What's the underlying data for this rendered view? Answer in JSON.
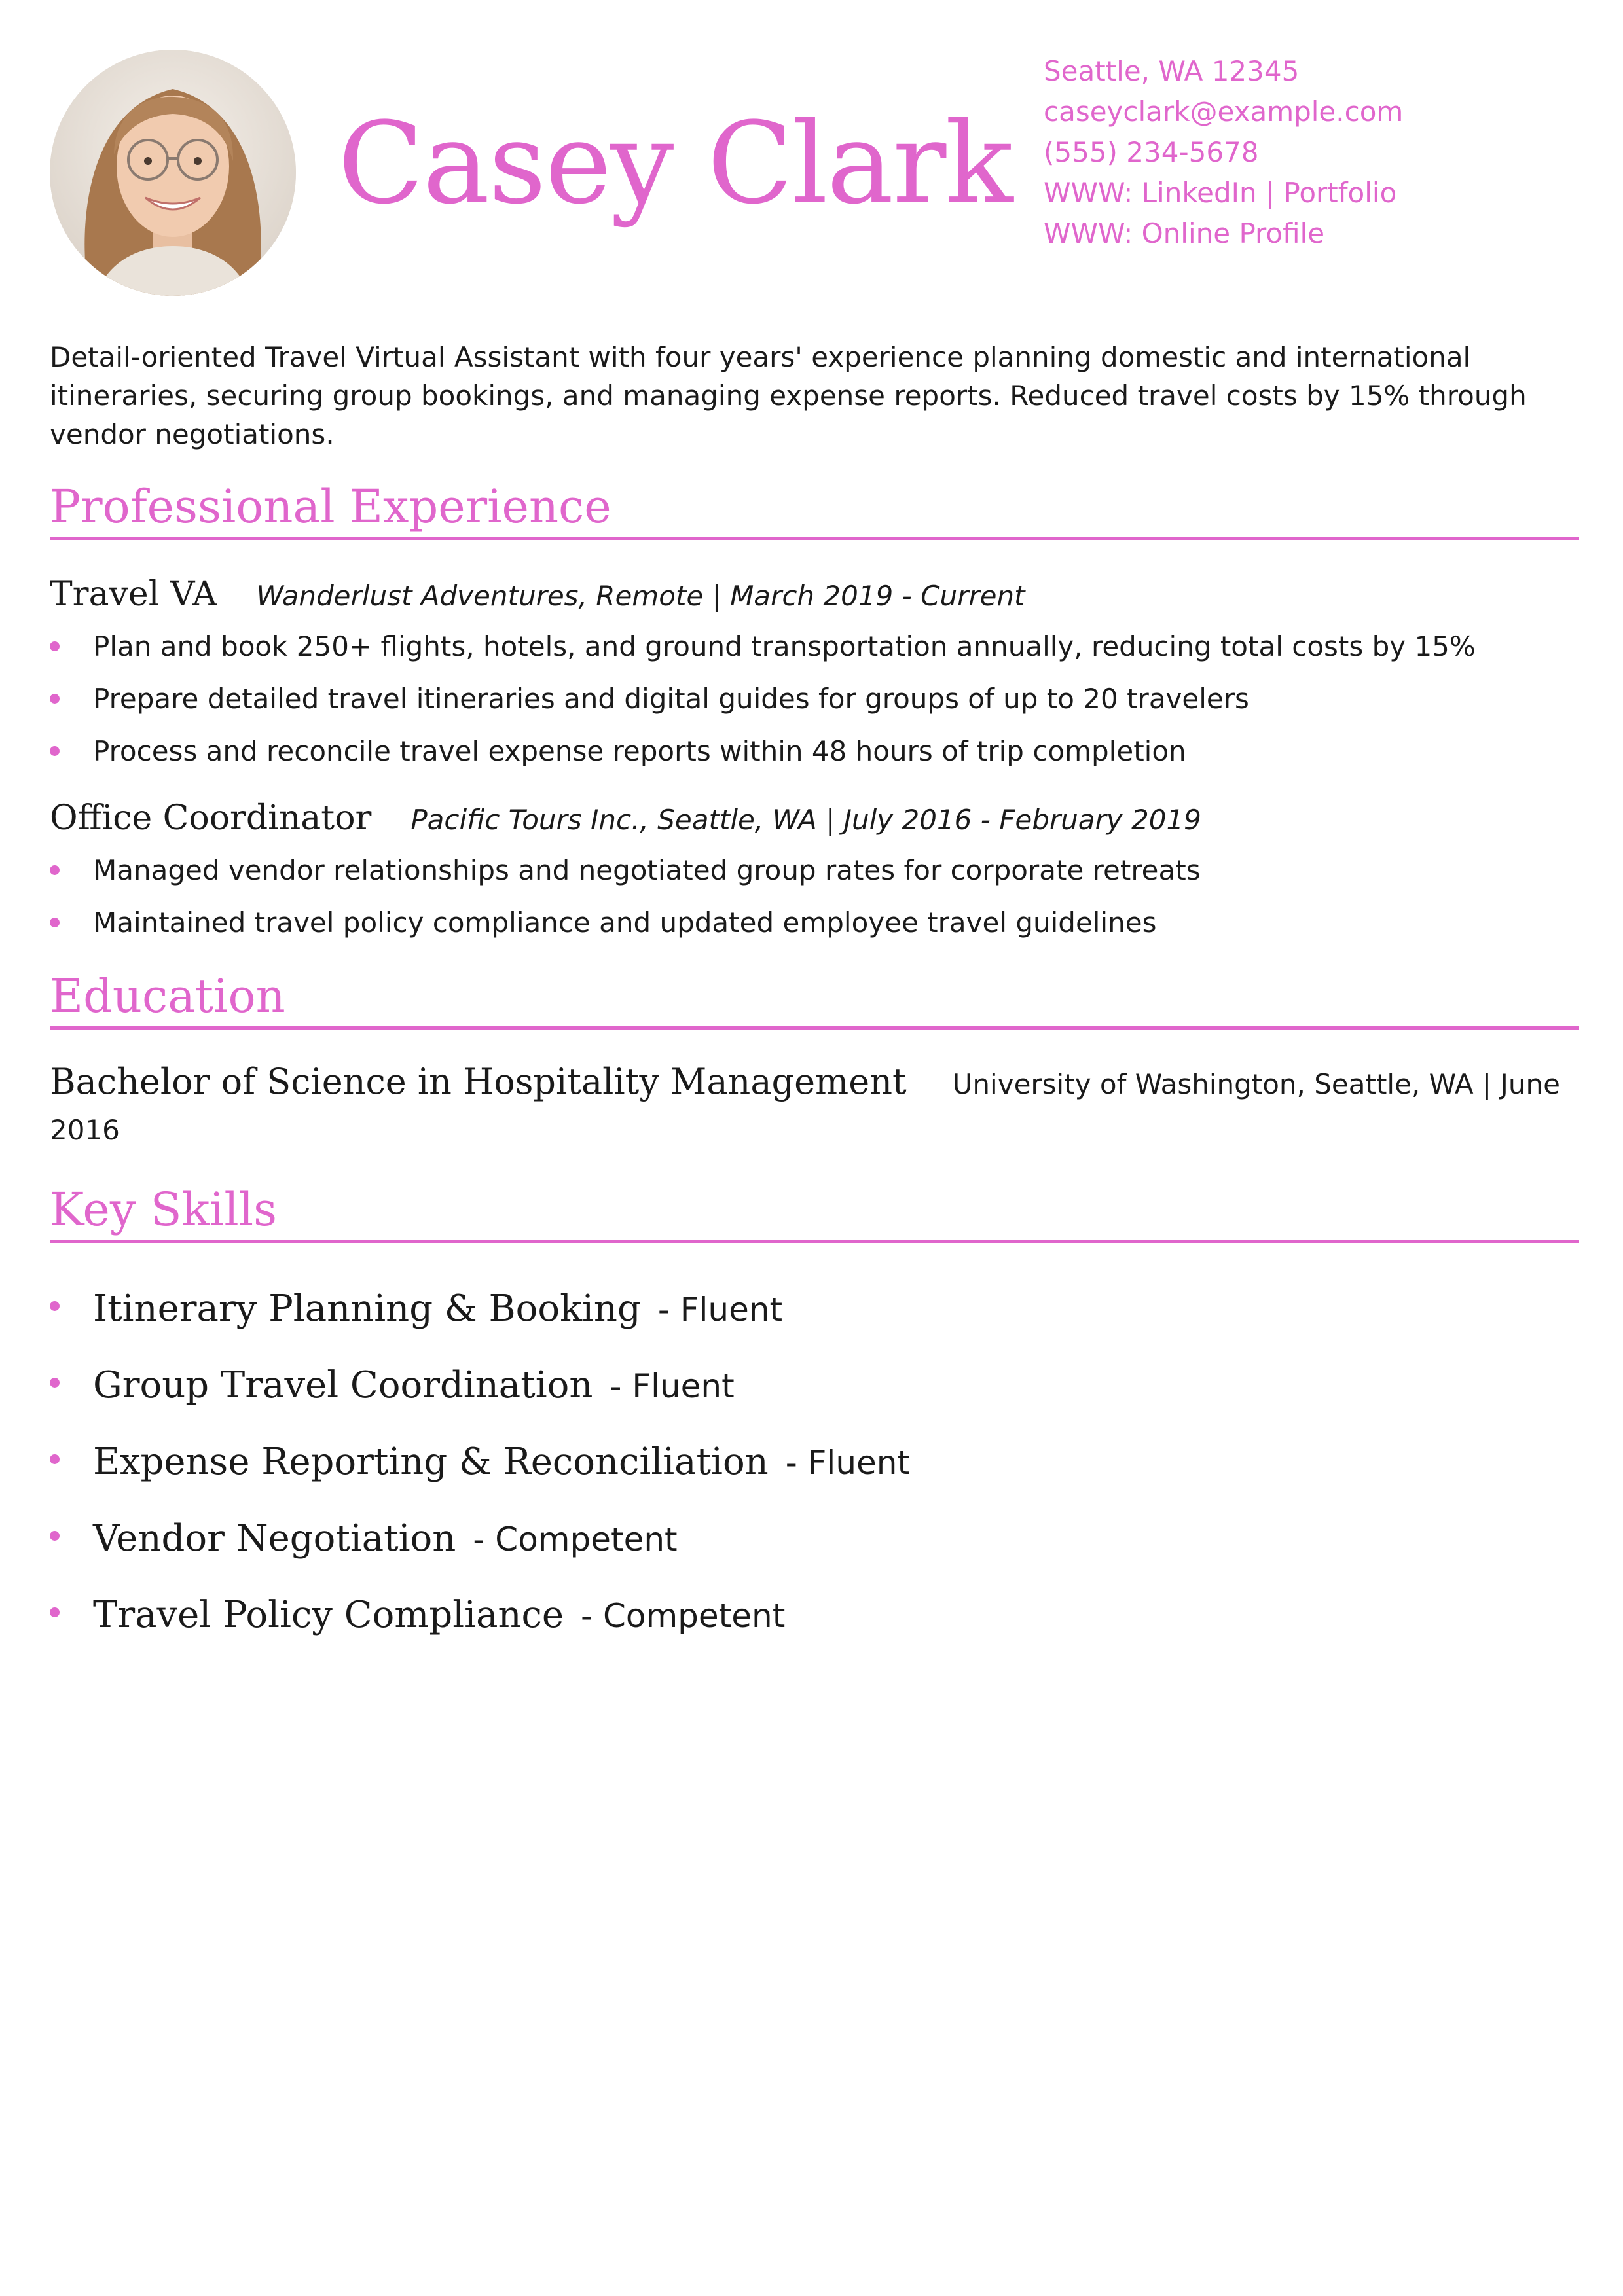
{
  "header": {
    "name": "Casey Clark",
    "contact": [
      "Seattle, WA 12345",
      "caseyclark@example.com",
      "(555) 234-5678",
      "WWW: LinkedIn | Portfolio",
      "WWW: Online Profile"
    ]
  },
  "summary": "Detail-oriented Travel Virtual Assistant with four years' experience planning domestic and international itineraries, securing group bookings, and managing expense reports. Reduced travel costs by 15% through vendor negotiations.",
  "experience": {
    "title": "Professional Experience",
    "jobs": [
      {
        "title": "Travel VA",
        "company": "Wanderlust Adventures",
        "details": ", Remote | March 2019 - Current",
        "bullets": [
          "Plan and book 250+ flights, hotels, and ground transportation annually, reducing total costs by 15%",
          "Prepare detailed travel itineraries and digital guides for groups of up to 20 travelers",
          "Process and reconcile travel expense reports within 48 hours of trip completion"
        ]
      },
      {
        "title": "Office Coordinator",
        "company": "Pacific Tours Inc.",
        "details": ", Seattle, WA | July 2016 - February 2019",
        "bullets": [
          "Managed vendor relationships and negotiated group rates for corporate retreats",
          "Maintained travel policy compliance and updated employee travel guidelines"
        ]
      }
    ]
  },
  "education": {
    "title": "Education",
    "degree": "Bachelor of Science in Hospitality Management",
    "details": "University of Washington, Seattle, WA | June 2016"
  },
  "skills": {
    "title": "Key Skills",
    "items": [
      {
        "name": "Itinerary Planning & Booking",
        "level": "- Fluent"
      },
      {
        "name": "Group Travel Coordination",
        "level": "- Fluent"
      },
      {
        "name": "Expense Reporting & Reconciliation",
        "level": "- Fluent"
      },
      {
        "name": "Vendor Negotiation",
        "level": "- Competent"
      },
      {
        "name": "Travel Policy Compliance",
        "level": "- Competent"
      }
    ]
  },
  "colors": {
    "accent": "#e066cc",
    "text": "#1a1a1a"
  }
}
